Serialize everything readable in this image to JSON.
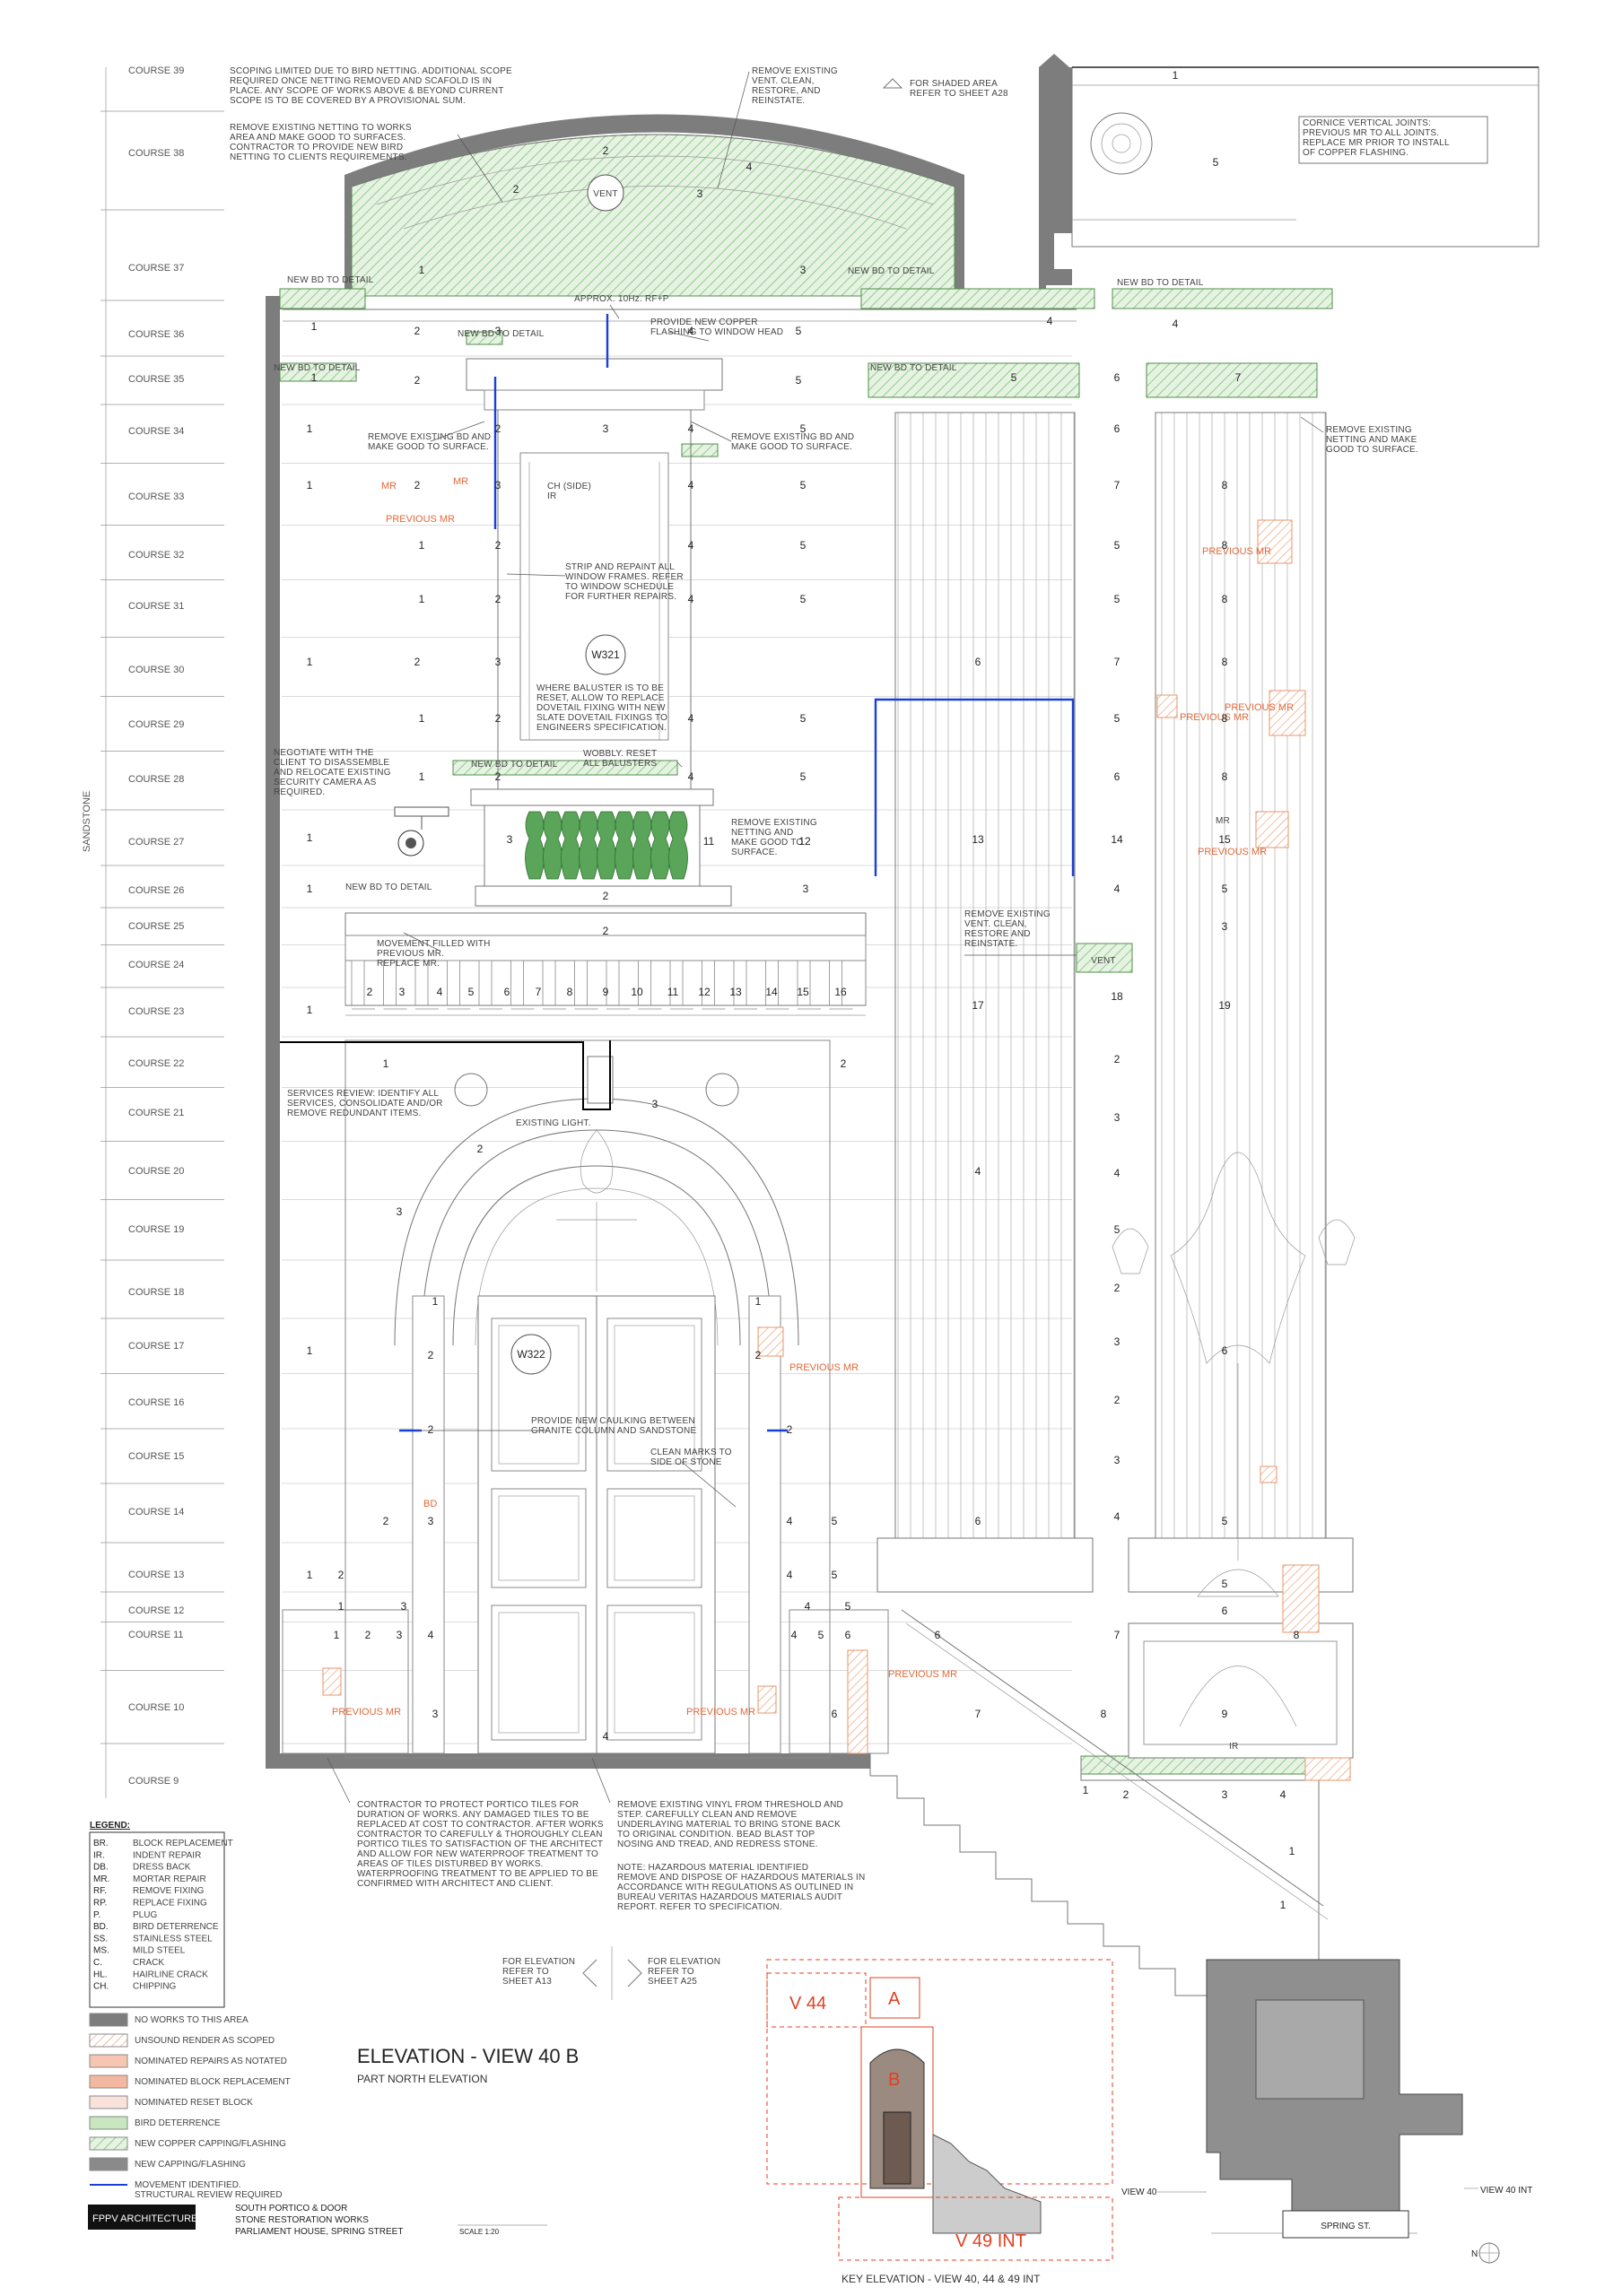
{
  "courses": [
    "COURSE 39",
    "COURSE 38",
    "COURSE 37",
    "COURSE 36",
    "COURSE 35",
    "COURSE 34",
    "COURSE 33",
    "COURSE 32",
    "COURSE 31",
    "COURSE 30",
    "COURSE 29",
    "COURSE 28",
    "COURSE 27",
    "COURSE 26",
    "COURSE 25",
    "COURSE 24",
    "COURSE 23",
    "COURSE 22",
    "COURSE 21",
    "COURSE 20",
    "COURSE 19",
    "COURSE 18",
    "COURSE 17",
    "COURSE 16",
    "COURSE 15",
    "COURSE 14",
    "COURSE 13",
    "COURSE 12",
    "COURSE 11",
    "COURSE 10",
    "COURSE 9"
  ],
  "material_label": "SANDSTONE",
  "notes": {
    "scoping": [
      "SCOPING LIMITED DUE TO BIRD NETTING. ADDITIONAL SCOPE",
      "REQUIRED ONCE NETTING REMOVED AND SCAFOLD IS IN",
      "PLACE. ANY SCOPE OF WORKS ABOVE & BEYOND CURRENT",
      "SCOPE IS TO BE COVERED BY A PROVISIONAL SUM."
    ],
    "netting": [
      "REMOVE EXISTING NETTING TO WORKS",
      "AREA AND MAKE GOOD TO SURFACES.",
      "CONTRACTOR TO PROVIDE NEW BIRD",
      "NETTING TO CLIENTS REQUIREMENTS."
    ],
    "vent_top": [
      "REMOVE EXISTING",
      "VENT. CLEAN,",
      "RESTORE, AND",
      "REINSTATE."
    ],
    "shaded": [
      "FOR SHADED AREA",
      "REFER TO SHEET A28"
    ],
    "cornice": [
      "CORNICE VERTICAL JOINTS:",
      "PREVIOUS MR TO ALL JOINTS.",
      "REPLACE MR PRIOR TO INSTALL",
      "OF COPPER FLASHING."
    ],
    "remove_bd_right": [
      "REMOVE EXISTING BD AND",
      "MAKE GOOD TO SURFACE."
    ],
    "approx": "APPROX. 10Hz. RF+P",
    "copper": [
      "PROVIDE NEW COPPER",
      "FLASHING TO WINDOW HEAD"
    ],
    "new_bd_detail": "NEW BD TO DETAIL",
    "remove_bd_l": [
      "REMOVE EXISTING BD AND",
      "MAKE GOOD TO SURFACE."
    ],
    "remove_bd_r": [
      "REMOVE EXISTING BD AND",
      "MAKE GOOD TO SURFACE."
    ],
    "remove_netting_right": [
      "REMOVE EXISTING",
      "NETTING AND MAKE",
      "GOOD TO SURFACE."
    ],
    "ch_side": [
      "CH (SIDE)",
      "IR"
    ],
    "strip": [
      "STRIP AND REPAINT ALL",
      "WINDOW FRAMES. REFER",
      "TO WINDOW SCHEDULE",
      "FOR FURTHER REPAIRS."
    ],
    "baluster": [
      "WHERE BALUSTER IS TO BE",
      "RESET, ALLOW TO REPLACE",
      "DOVETAIL FIXING WITH NEW",
      "SLATE DOVETAIL FIXINGS TO",
      "ENGINEERS SPECIFICATION."
    ],
    "wobbly": [
      "WOBBLY. RESET",
      "ALL BALUSTERS"
    ],
    "negotiate": [
      "NEGOTIATE WITH THE",
      "CLIENT TO DISASSEMBLE",
      "AND RELOCATE EXISTING",
      "SECURITY CAMERA AS",
      "REQUIRED."
    ],
    "remove_netting_balc": [
      "REMOVE EXISTING",
      "NETTING AND",
      "MAKE GOOD TO",
      "SURFACE."
    ],
    "vent_mid": [
      "REMOVE EXISTING",
      "VENT. CLEAN,",
      "RESTORE AND",
      "REINSTATE."
    ],
    "movement": [
      "MOVEMENT FILLED WITH",
      "PREVIOUS MR.",
      "REPLACE MR."
    ],
    "services": [
      "SERVICES REVIEW: IDENTIFY ALL",
      "SERVICES, CONSOLIDATE AND/OR",
      "REMOVE REDUNDANT ITEMS."
    ],
    "existing_light": "EXISTING LIGHT.",
    "caulking": [
      "PROVIDE NEW CAULKING BETWEEN",
      "GRANITE COLUMN AND SANDSTONE"
    ],
    "clean_marks": [
      "CLEAN MARKS TO",
      "SIDE OF STONE"
    ],
    "portico": [
      "CONTRACTOR TO PROTECT PORTICO TILES FOR",
      "DURATION OF WORKS. ANY DAMAGED TILES TO BE",
      "REPLACED AT COST TO CONTRACTOR. AFTER WORKS",
      "CONTRACTOR TO CAREFULLY & THOROUGHLY CLEAN",
      "PORTICO TILES TO SATISFACTION OF THE ARCHITECT",
      "AND ALLOW FOR NEW WATERPROOF TREATMENT TO",
      "AREAS OF TILES DISTURBED BY WORKS.",
      "WATERPROOFING TREATMENT TO BE APPLIED TO BE",
      "CONFIRMED WITH ARCHITECT AND CLIENT."
    ],
    "vinyl": [
      "REMOVE EXISTING VINYL FROM THRESHOLD AND",
      "STEP. CAREFULLY CLEAN AND REMOVE",
      "UNDERLAYING MATERIAL TO BRING STONE BACK",
      "TO ORIGINAL CONDITION. BEAD BLAST TOP",
      "NOSING AND TREAD, AND REDRESS STONE."
    ],
    "hazard": [
      "NOTE: HAZARDOUS MATERIAL IDENTIFIED",
      "REMOVE AND DISPOSE OF HAZARDOUS MATERIALS IN",
      "ACCORDANCE WITH REGULATIONS AS OUTLINED IN",
      "BUREAU VERITAS HAZARDOUS MATERIALS AUDIT",
      "REPORT. REFER TO SPECIFICATION."
    ]
  },
  "tags": {
    "vent": "VENT",
    "w321": "W321",
    "w322": "W322",
    "previous_mr": "PREVIOUS MR",
    "mr": "MR",
    "ir": "IR",
    "bd": "BD"
  },
  "legend": {
    "title": "LEGEND:",
    "abbreviations": [
      {
        "code": "BR.",
        "text": "BLOCK REPLACEMENT"
      },
      {
        "code": "IR.",
        "text": "INDENT REPAIR"
      },
      {
        "code": "DB.",
        "text": "DRESS BACK"
      },
      {
        "code": "MR.",
        "text": "MORTAR REPAIR"
      },
      {
        "code": "RF.",
        "text": "REMOVE FIXING"
      },
      {
        "code": "RP.",
        "text": "REPLACE FIXING"
      },
      {
        "code": "P.",
        "text": "PLUG"
      },
      {
        "code": "BD.",
        "text": "BIRD DETERRENCE"
      },
      {
        "code": "SS.",
        "text": "STAINLESS STEEL"
      },
      {
        "code": "MS.",
        "text": "MILD STEEL"
      },
      {
        "code": "C.",
        "text": "CRACK"
      },
      {
        "code": "HL.",
        "text": "HAIRLINE CRACK"
      },
      {
        "code": "CH.",
        "text": "CHIPPING"
      }
    ],
    "items": [
      {
        "label": "NO WORKS TO THIS AREA",
        "color": "#7d7d7d"
      },
      {
        "label": "UNSOUND RENDER AS SCOPED",
        "color": "#f0a080"
      },
      {
        "label": "NOMINATED REPAIRS AS NOTATED",
        "color": "#f6c6b2"
      },
      {
        "label": "NOMINATED BLOCK REPLACEMENT",
        "color": "#f4b8a0"
      },
      {
        "label": "NOMINATED RESET BLOCK",
        "color": "#f9e2dc"
      },
      {
        "label": "BIRD DETERRENCE",
        "color": "#c8e6c0"
      },
      {
        "label": "NEW COPPER CAPPING/FLASHING",
        "color": "#7fc07a"
      },
      {
        "label": "NEW CAPPING/FLASHING",
        "color": "#8a8a8a"
      },
      {
        "label": "MOVEMENT IDENTIFIED. STRUCTURAL REVIEW REQUIRED",
        "color": "#1a3fd6"
      }
    ]
  },
  "title": {
    "main": "ELEVATION - VIEW 40 B",
    "sub": "PART NORTH ELEVATION"
  },
  "refs": {
    "left": [
      "FOR ELEVATION",
      "REFER TO",
      "SHEET A13"
    ],
    "right": [
      "FOR ELEVATION",
      "REFER TO",
      "SHEET A25"
    ]
  },
  "title_block": {
    "firm": "FPPV ARCHITECTURE",
    "project": [
      "SOUTH PORTICO & DOOR",
      "STONE RESTORATION WORKS",
      "PARLIAMENT HOUSE, SPRING STREET"
    ],
    "scale": "SCALE 1:20"
  },
  "key": {
    "v44": "V 44",
    "a": "A",
    "b": "B",
    "v49": "V 49 INT",
    "caption": "KEY ELEVATION - VIEW 40, 44 & 49 INT"
  },
  "plan": {
    "view40": "VIEW 40",
    "view40int": "VIEW 40 INT",
    "street": "SPRING ST.",
    "north": "N"
  },
  "colors": {
    "accent_red": "#e06a3a",
    "green": "#7fc07a",
    "blue": "#1a3fd6",
    "grey": "#7d7d7d"
  }
}
